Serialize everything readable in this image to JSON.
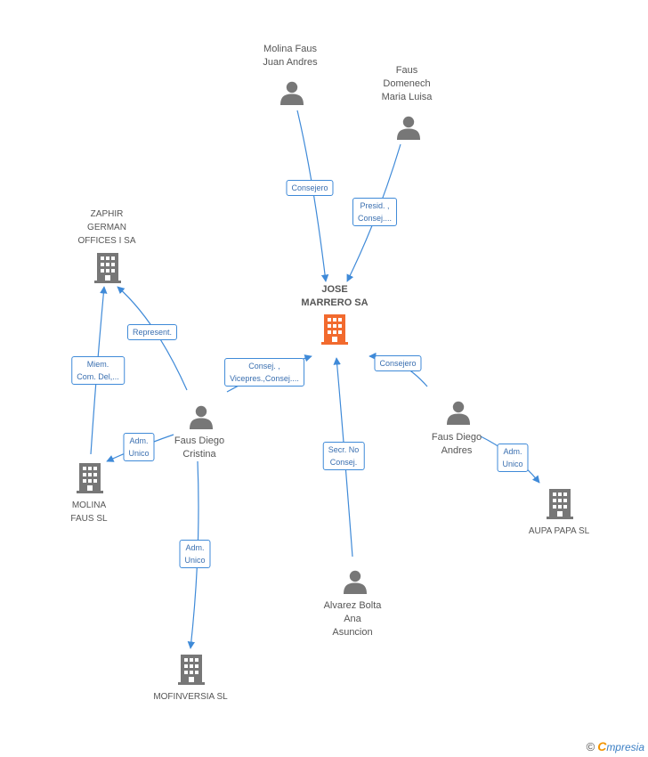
{
  "colors": {
    "edge": "#3f8ad8",
    "node": "#777777",
    "focus": "#f26a2e",
    "edge_label_text": "#3a6fb0"
  },
  "nodes": [
    {
      "id": "molina-faus-juan-andres",
      "kind": "person",
      "lines": [
        "Molina Faus",
        "Juan Andres"
      ]
    },
    {
      "id": "faus-domenech-maria-luisa",
      "kind": "person",
      "lines": [
        "Faus",
        "Domenech",
        "Maria Luisa"
      ]
    },
    {
      "id": "jose-marrero-sa",
      "kind": "company",
      "focus": true,
      "lines": [
        "JOSE",
        "MARRERO SA"
      ]
    },
    {
      "id": "zaphir-german-offices",
      "kind": "company",
      "lines": [
        "ZAPHIR",
        "GERMAN",
        "OFFICES I SA"
      ]
    },
    {
      "id": "faus-diego-cristina",
      "kind": "person",
      "lines": [
        "Faus Diego",
        "Cristina"
      ]
    },
    {
      "id": "faus-diego-andres",
      "kind": "person",
      "lines": [
        "Faus Diego",
        "Andres"
      ]
    },
    {
      "id": "molina-faus-sl",
      "kind": "company",
      "lines": [
        "MOLINA",
        "FAUS SL"
      ]
    },
    {
      "id": "aupa-papa-sl",
      "kind": "company",
      "lines": [
        "AUPA PAPA SL"
      ]
    },
    {
      "id": "alvarez-bolta-ana-asuncion",
      "kind": "person",
      "lines": [
        "Alvarez Bolta",
        "Ana",
        "Asuncion"
      ]
    },
    {
      "id": "mofinversia-sl",
      "kind": "company",
      "lines": [
        "MOFINVERSIA SL"
      ]
    }
  ],
  "edges": [
    {
      "id": "e1",
      "lines": [
        "Consejero"
      ]
    },
    {
      "id": "e2",
      "lines": [
        "Presid. ,",
        "Consej...."
      ]
    },
    {
      "id": "e3",
      "lines": [
        "Represent."
      ]
    },
    {
      "id": "e4",
      "lines": [
        "Miem.",
        "Com. Del,..."
      ]
    },
    {
      "id": "e5",
      "lines": [
        "Consej. ,",
        "Vicepres.,Consej...."
      ]
    },
    {
      "id": "e6",
      "lines": [
        "Consejero"
      ]
    },
    {
      "id": "e7",
      "lines": [
        "Adm.",
        "Unico"
      ]
    },
    {
      "id": "e8",
      "lines": [
        "Secr.  No",
        "Consej."
      ]
    },
    {
      "id": "e9",
      "lines": [
        "Adm.",
        "Unico"
      ]
    },
    {
      "id": "e10",
      "lines": [
        "Adm.",
        "Unico"
      ]
    }
  ],
  "brand": {
    "copyright": "©",
    "initial": "C",
    "rest": "mpresia"
  }
}
